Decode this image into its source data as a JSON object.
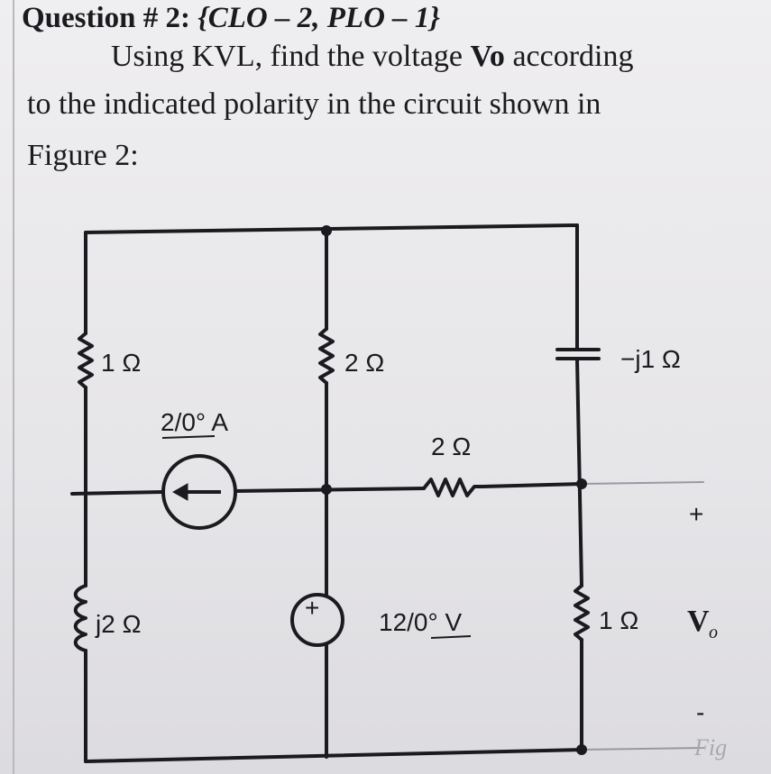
{
  "question": {
    "heading_number": "Question # 2:",
    "heading_clo": "{CLO – 2, PLO – 1}",
    "line1_prefix": "Using KVL, find the voltage ",
    "line1_bold": "Vo",
    "line1_suffix": " according",
    "line2": "to the indicated polarity in the circuit shown in",
    "line3": "Figure 2:"
  },
  "circuit": {
    "r1_label": "1 Ω",
    "current_source_label": "2/0° A",
    "r2_vertical_label": "2 Ω",
    "cap_label": "−j1 Ω",
    "r2_horizontal_label": "2 Ω",
    "plus_sign": "+",
    "inductor_label": "j2 Ω",
    "voltage_source_label": "12/0° V",
    "source_plus": "+",
    "r_out_label": "1 Ω",
    "vo_label": "V",
    "vo_sub": "o",
    "minus_sign": "-"
  },
  "corner_text": "Fig"
}
